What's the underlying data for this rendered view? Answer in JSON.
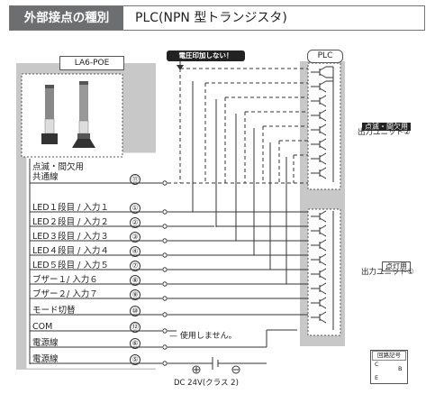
{
  "header": {
    "category_label": "外部接点の種別",
    "value_label": "PLC(NPN 型トランジスタ)"
  },
  "device": {
    "model": "LA6-POE"
  },
  "warning": {
    "text": "電圧印加しない！"
  },
  "plc": {
    "title": "PLC"
  },
  "terminals": [
    {
      "label": "点滅・間欠用",
      "label2": "共通線",
      "num": "⑪"
    },
    {
      "label": "LED１段目 / 入力１",
      "num": "①"
    },
    {
      "label": "LED２段目 / 入力２",
      "num": "②"
    },
    {
      "label": "LED３段目 / 入力３",
      "num": "③"
    },
    {
      "label": "LED４段目 / 入力４",
      "num": "④"
    },
    {
      "label": "LED５段目 / 入力５",
      "num": "⑦"
    },
    {
      "label": "ブザー１/ 入力６",
      "num": "⑧"
    },
    {
      "label": "ブザー２/ 入力７",
      "num": "⑨"
    },
    {
      "label": "モード切替",
      "num": "⑩"
    },
    {
      "label": "COM",
      "num": "⑫"
    },
    {
      "label": "電源線",
      "num": "⑥"
    },
    {
      "label": "電源線",
      "num": "⑤"
    }
  ],
  "outputs": {
    "blink_badge": "点滅・間欠用",
    "blink_unit": "出力ユニット②",
    "light_badge": "点灯用",
    "light_unit": "出力ユニット①"
  },
  "notes": {
    "unused": "使用しません。",
    "power": "DC 24V(クラス 2)"
  },
  "symbol": {
    "title": "回路記号",
    "c": "C",
    "b": "B",
    "e": "E"
  },
  "colors": {
    "header_bg": "#6d6e70",
    "panel_gray": "#c8c8c8",
    "line": "#333333"
  }
}
